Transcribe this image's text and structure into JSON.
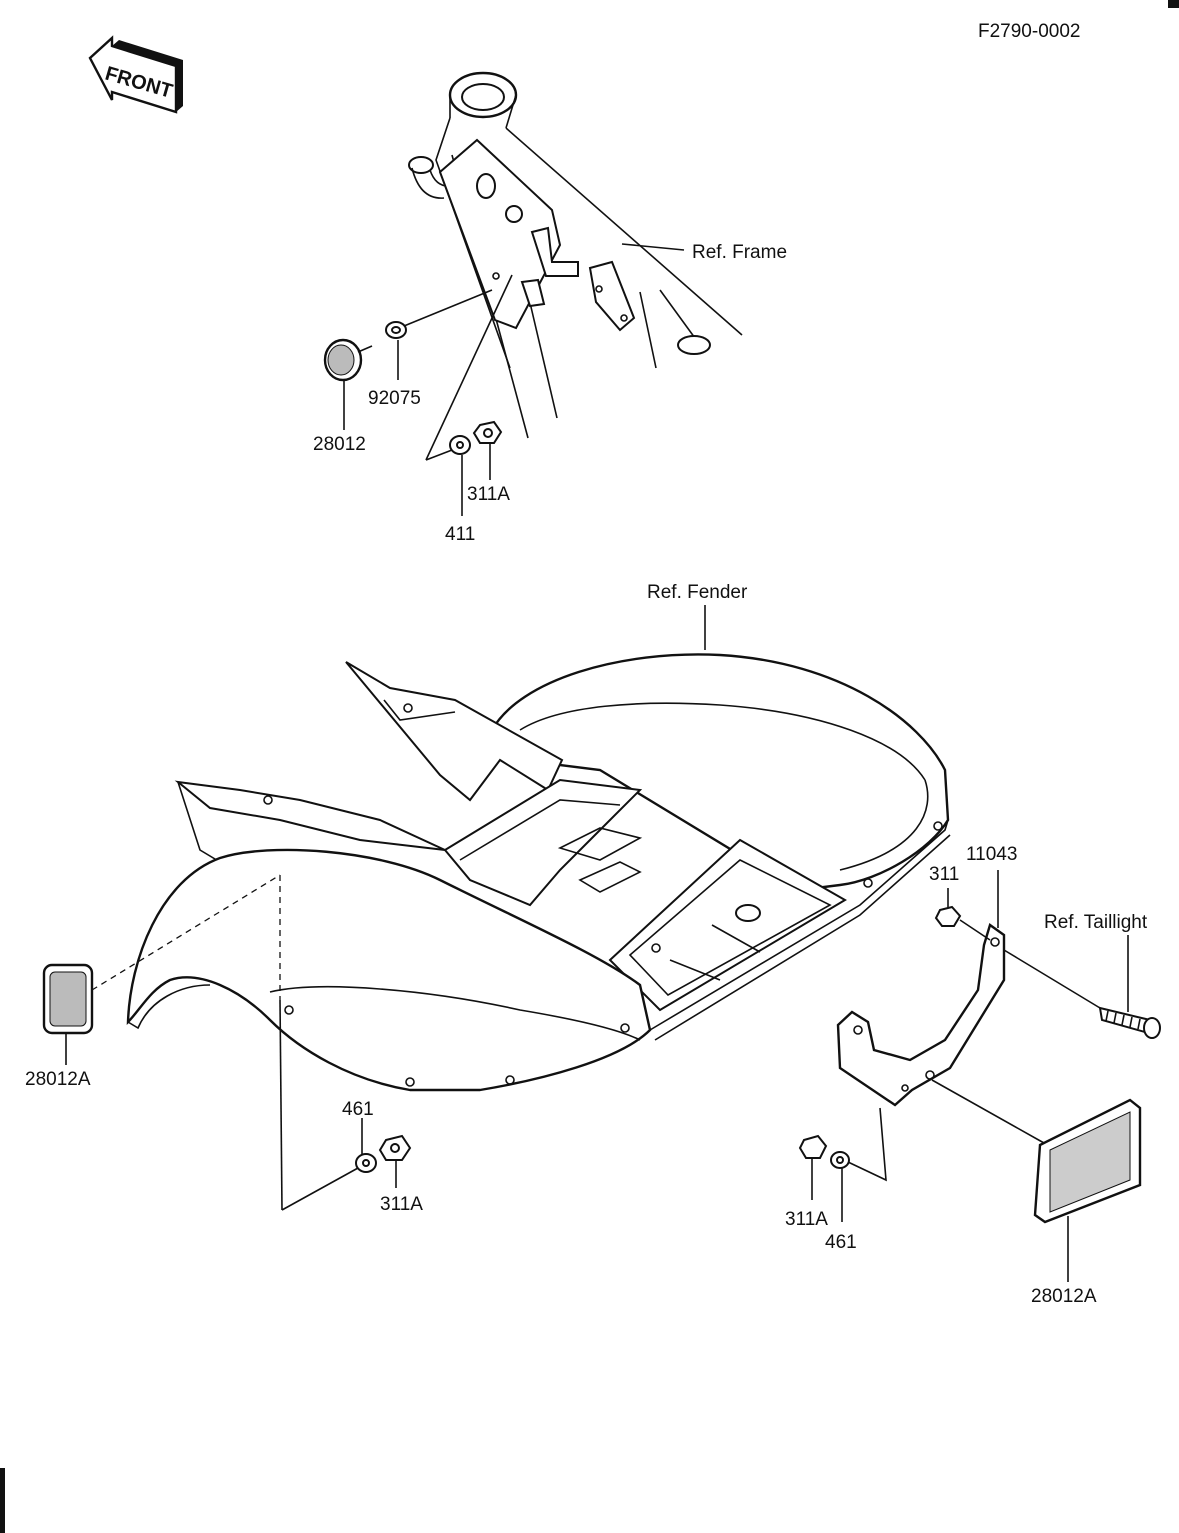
{
  "figure_code": "F2790-0002",
  "front_label": "FRONT",
  "refs": {
    "frame": "Ref. Frame",
    "fender": "Ref. Fender",
    "taillight": "Ref. Taillight"
  },
  "callouts": {
    "p28012": "28012",
    "p92075": "92075",
    "p311a_top": "311A",
    "p411": "411",
    "p28012a_left": "28012A",
    "p461_left": "461",
    "p311a_left": "311A",
    "p311": "311",
    "p11043": "11043",
    "p311a_right": "311A",
    "p461_right": "461",
    "p28012a_right": "28012A"
  }
}
